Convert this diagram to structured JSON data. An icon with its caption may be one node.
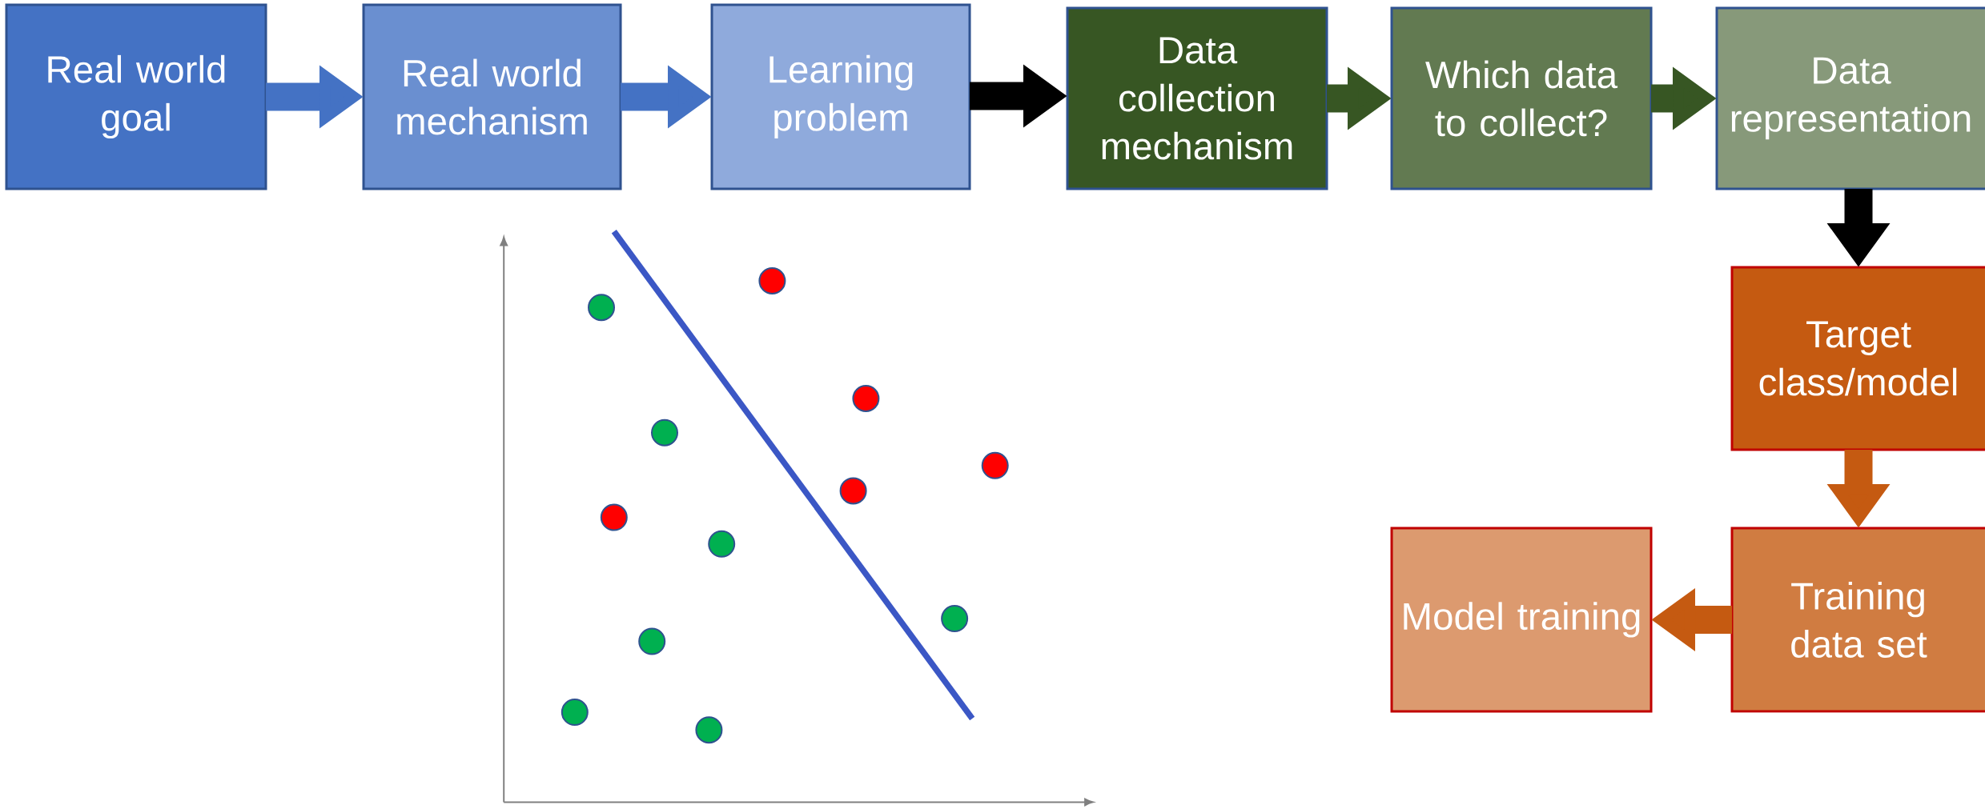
{
  "diagram": {
    "nodes": [
      {
        "text": [
          "Real world goal"
        ]
      },
      {
        "text": [
          "Real world mechanism"
        ]
      },
      {
        "text": [
          "Learning problem"
        ]
      },
      {
        "text": [
          "Data collection mechanism"
        ]
      },
      {
        "text": [
          "Which data to collect?"
        ]
      },
      {
        "text": [
          "Data representation"
        ]
      },
      {
        "text": [
          "Target class/model"
        ]
      },
      {
        "text": [
          "Training data set"
        ]
      },
      {
        "text": [
          "Model training"
        ]
      }
    ],
    "edges": [
      {
        "from": 0,
        "to": 1,
        "arrow": "to",
        "color": "#4472c4"
      },
      {
        "from": 1,
        "to": 2,
        "arrow": "to",
        "color": "#4472c4"
      },
      {
        "from": 2,
        "to": 3,
        "arrow": "to",
        "color": "#000000"
      },
      {
        "from": 3,
        "to": 4,
        "arrow": "to",
        "color": "#375623"
      },
      {
        "from": 4,
        "to": 5,
        "arrow": "to",
        "color": "#375623"
      },
      {
        "from": 5,
        "to": 6,
        "arrow": "to",
        "color": "#000000"
      },
      {
        "from": 6,
        "to": 7,
        "arrow": "to",
        "color": "#c55a11"
      },
      {
        "from": 7,
        "to": 8,
        "arrow": "to",
        "color": "#c55a11"
      }
    ]
  }
}
